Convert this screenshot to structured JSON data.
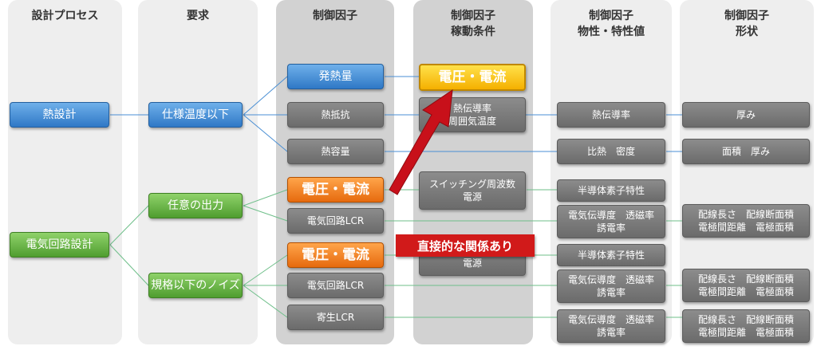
{
  "columns": {
    "process": "設計プロセス",
    "requirement": "要求",
    "factor": "制御因子",
    "condition": "制御因子\n稼動条件",
    "property": "制御因子\n物性・特性値",
    "shape": "制御因子\n形状"
  },
  "process": {
    "thermal": "熱設計",
    "circuit": "電気回路設計"
  },
  "requirement": {
    "temp": "仕様温度以下",
    "output": "任意の出力",
    "noise": "規格以下のノイズ"
  },
  "factor": {
    "heat_gen": "発熱量",
    "thermal_res": "熱抵抗",
    "heat_cap": "熱容量",
    "volt1": "電圧・電流",
    "lcr1": "電気回路LCR",
    "volt2": "電圧・電流",
    "lcr2": "電気回路LCR",
    "parasitic": "寄生LCR"
  },
  "condition": {
    "volt": "電圧・電流",
    "heat_trans": "熱伝導率\n周囲気温度",
    "switching1": "スイッチング周波数\n電源",
    "switching2": "スイッチング周波数\n電源"
  },
  "property": {
    "conductivity": "熱伝導率",
    "specific": "比熱　密度",
    "semi1": "半導体素子特性",
    "elec1": "電気伝導度　透磁率\n誘電率",
    "semi2": "半導体素子特性",
    "elec2": "電気伝導度　透磁率\n誘電率",
    "elec3": "電気伝導度　透磁率\n誘電率"
  },
  "shape": {
    "thickness": "厚み",
    "area": "面積　厚み",
    "wiring1": "配線長さ　配線断面積\n電極間距離　電極面積",
    "wiring2": "配線長さ　配線断面積\n電極間距離　電極面積",
    "wiring3": "配線長さ　配線断面積\n電極間距離　電極面積"
  },
  "callout": "直接的な関係あり",
  "colors": {
    "blue_line": "#4a8fd4",
    "green_line": "#6fbf8a",
    "arrow": "#c8101a"
  }
}
